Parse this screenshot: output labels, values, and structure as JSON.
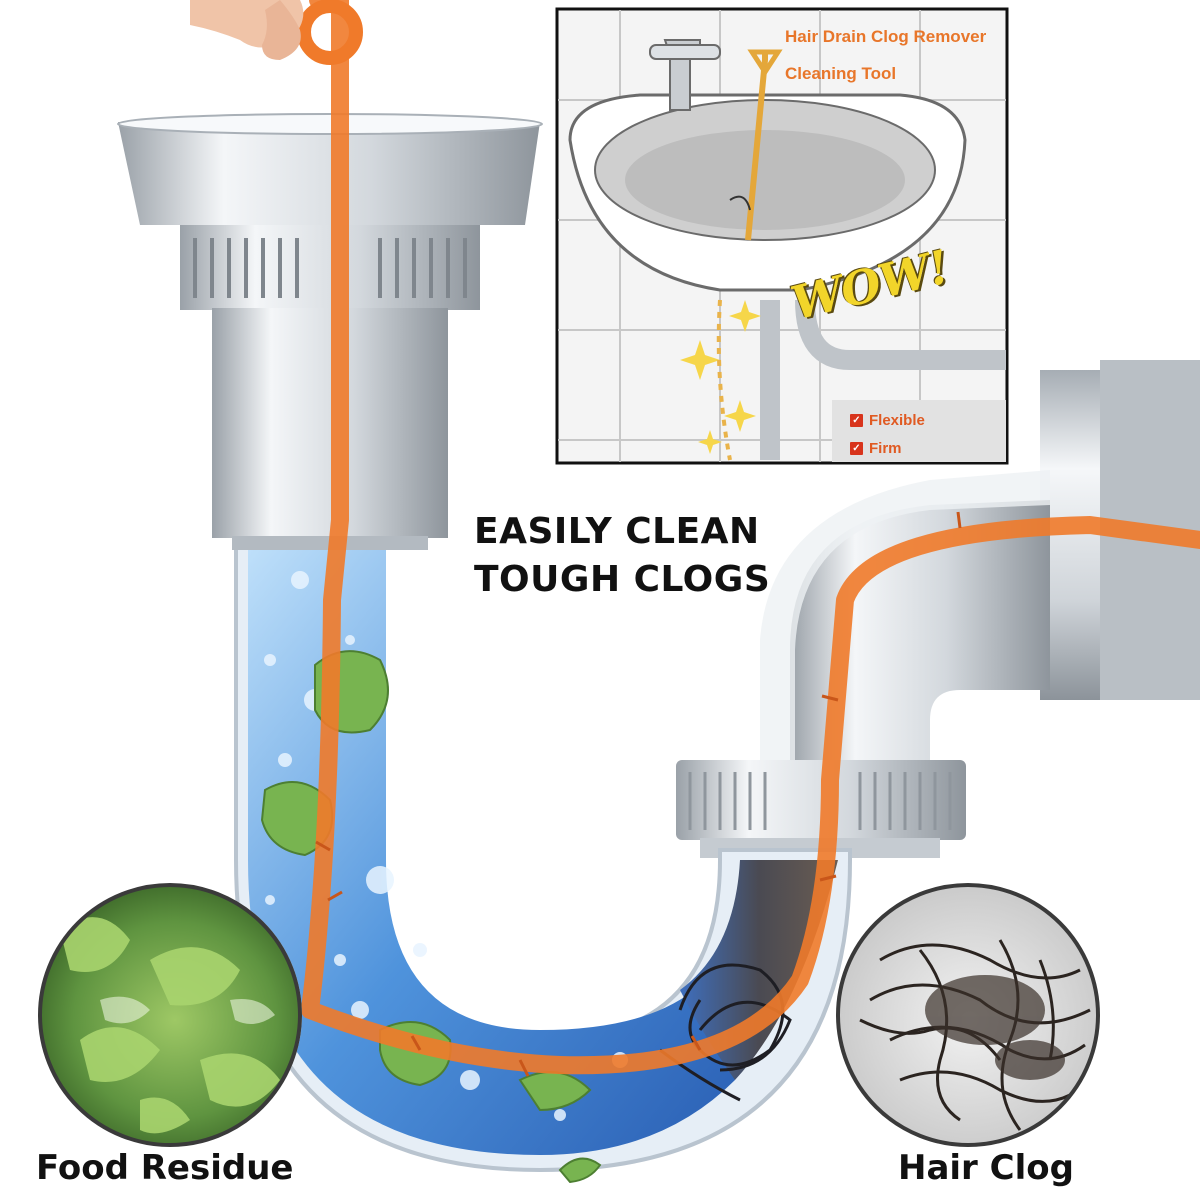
{
  "headline": {
    "line1": "EASILY CLEAN",
    "line2": "TOUGH CLOGS"
  },
  "inset": {
    "title_line1": "Hair Drain Clog Remover",
    "title_line2": "Cleaning Tool",
    "exclamation": "WOW!",
    "features": [
      "Flexible",
      "Firm"
    ]
  },
  "captions": {
    "left": "Food Residue",
    "right": "Hair Clog"
  },
  "icons": {
    "checkbox": "check-icon"
  },
  "colors": {
    "tool_orange": "#f07a2a",
    "water_blue": "#5aa0e0",
    "pipe_silver": "#d9dde2",
    "text_dark": "#111111",
    "inset_title_orange": "#e8762a",
    "wow_yellow": "#f2d52a"
  }
}
